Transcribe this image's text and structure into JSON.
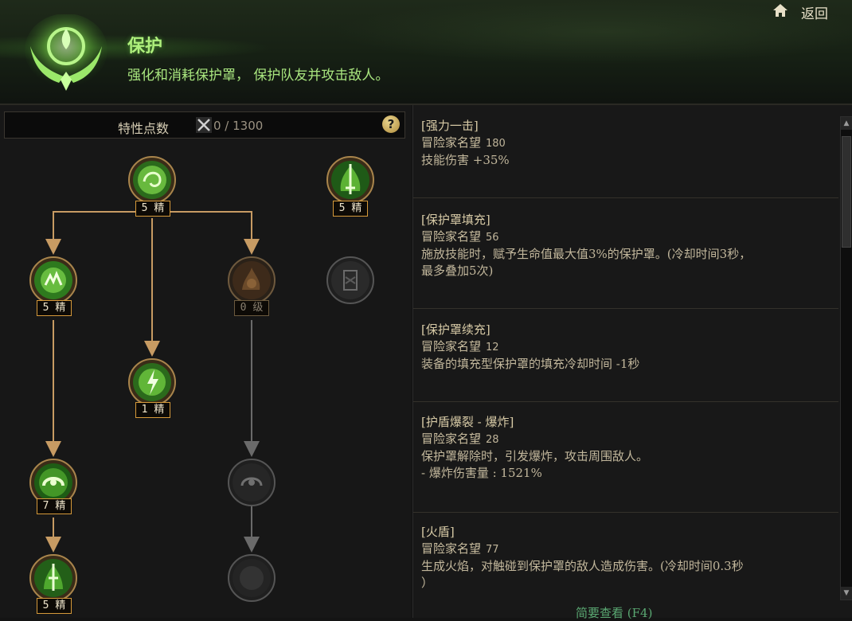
{
  "header": {
    "title": "保护",
    "subtitle": "强化和消耗保护罩， 保护队友并攻击敌人。",
    "back_label": "返回"
  },
  "points": {
    "label": "特性点数",
    "value": "0 / 1300",
    "help": "?"
  },
  "nodes": [
    {
      "id": "n1",
      "badge": "5 精",
      "state": "active",
      "icon": "swirl-orb-icon"
    },
    {
      "id": "n2",
      "badge": "5 精",
      "state": "active",
      "icon": "sword-flame-icon"
    },
    {
      "id": "n3",
      "badge": "5 精",
      "state": "active",
      "icon": "hand-glyph-icon"
    },
    {
      "id": "n4",
      "badge": "0 级",
      "state": "inactive",
      "icon": "ember-icon"
    },
    {
      "id": "n5",
      "badge": "",
      "state": "locked",
      "icon": "scroll-icon"
    },
    {
      "id": "n6",
      "badge": "1 精",
      "state": "active",
      "icon": "lightning-orb-icon"
    },
    {
      "id": "n7",
      "badge": "7 精",
      "state": "active",
      "icon": "ring-burst-icon"
    },
    {
      "id": "n8",
      "badge": "",
      "state": "locked",
      "icon": "dim-ring-icon"
    },
    {
      "id": "n9",
      "badge": "5 精",
      "state": "active",
      "icon": "blade-icon"
    },
    {
      "id": "n10",
      "badge": "",
      "state": "locked",
      "icon": "dark-orb-icon"
    }
  ],
  "fame_label": "冒险家名望",
  "entries": [
    {
      "name": "[强力一击]",
      "fame": "180",
      "lines": [
        "技能伤害 +35%"
      ]
    },
    {
      "name": "[保护罩填充]",
      "fame": "56",
      "lines": [
        "施放技能时，赋予生命值最大值3%的保护罩。(冷却时间3秒，",
        "最多叠加5次)"
      ]
    },
    {
      "name": "[保护罩续充]",
      "fame": "12",
      "lines": [
        "装备的填充型保护罩的填充冷却时间 -1秒"
      ]
    },
    {
      "name": "[护盾爆裂 - 爆炸]",
      "fame": "28",
      "lines": [
        "保护罩解除时，引发爆炸，攻击周围敌人。",
        "- 爆炸伤害量 : 1521%"
      ]
    },
    {
      "name": "[火盾]",
      "fame": "77",
      "lines": [
        "生成火焰，对触碰到保护罩的敌人造成伤害。(冷却时间0.3秒",
        "）"
      ]
    }
  ],
  "footer": {
    "label": "简要查看 (F4)"
  },
  "colors": {
    "accent_green": "#aef07c",
    "badge_border": "#d69a3a",
    "line_active": "#c79b63",
    "line_inactive": "#6a6a6a"
  }
}
